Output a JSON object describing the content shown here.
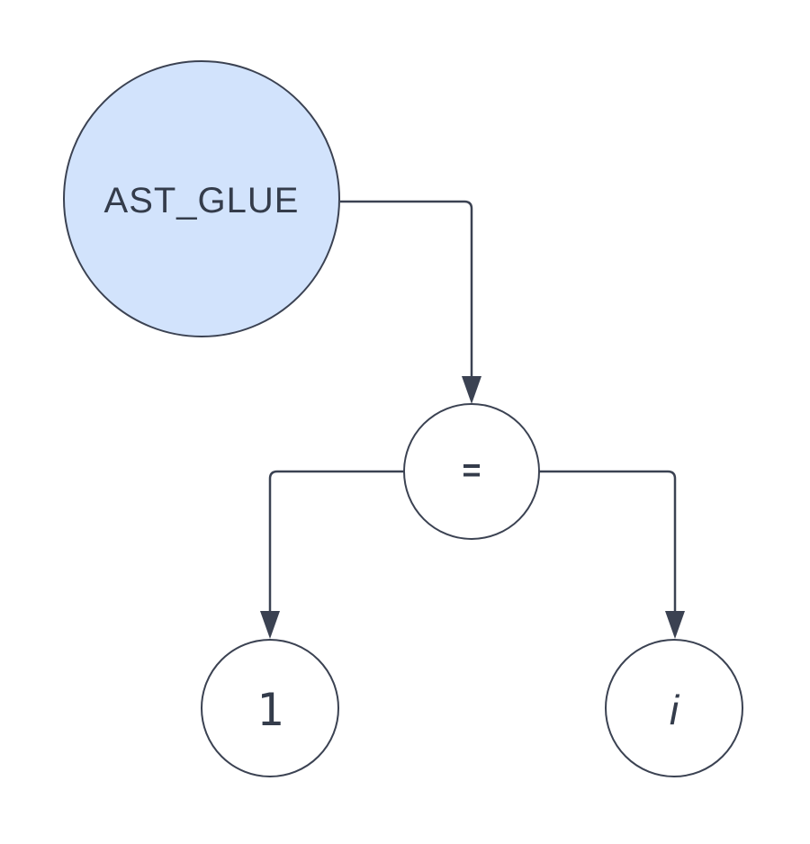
{
  "diagram": {
    "background_color": "#ffffff",
    "stroke_color": "#3b4252",
    "text_color": "#343c4b",
    "nodes": {
      "root": {
        "label": "AST_GLUE",
        "shape": "circle",
        "fill": "#d2e3fc"
      },
      "operator": {
        "label": "=",
        "shape": "circle",
        "fill": "#ffffff"
      },
      "left_operand": {
        "label": "1",
        "shape": "circle",
        "fill": "#ffffff"
      },
      "right_operand": {
        "label": "i",
        "shape": "circle",
        "fill": "#ffffff"
      }
    },
    "edges": [
      {
        "from": "AST_GLUE",
        "to": "=",
        "style": "elbow-arrow"
      },
      {
        "from": "=",
        "to": "1",
        "style": "elbow-arrow"
      },
      {
        "from": "=",
        "to": "i",
        "style": "elbow-arrow"
      }
    ]
  }
}
